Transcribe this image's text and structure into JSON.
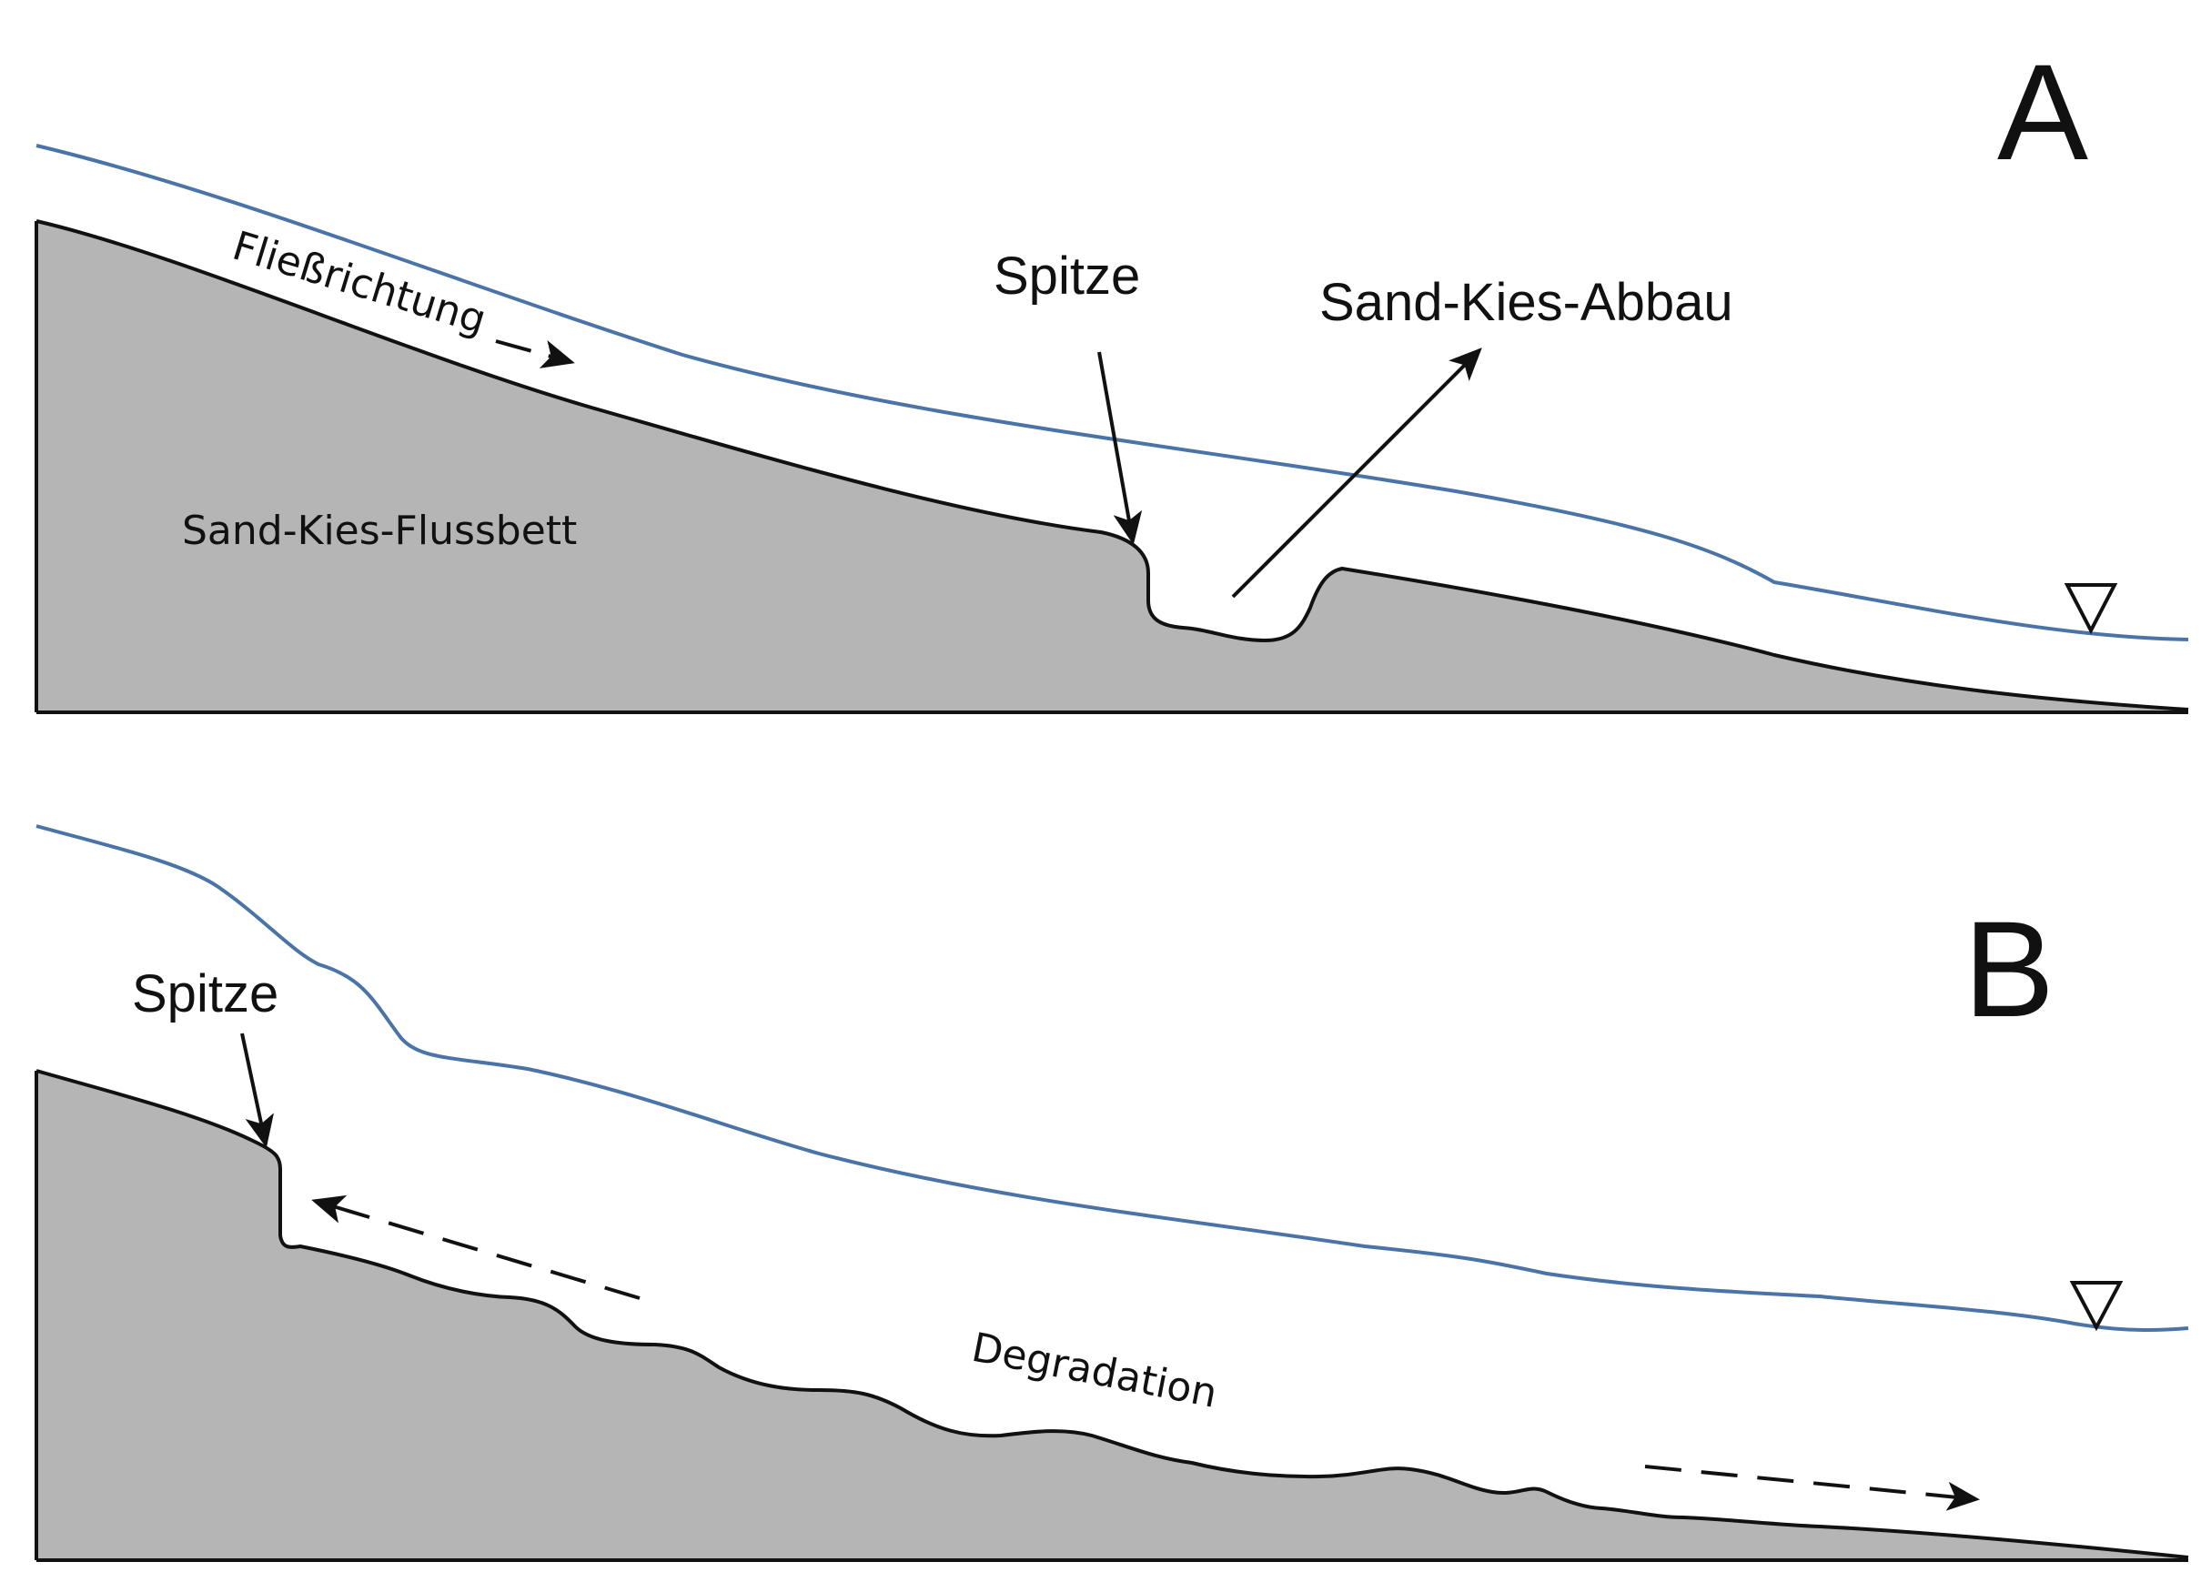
{
  "panel_a": {
    "panel_label": "A",
    "flow_direction_label": "Fließrichtung",
    "peak_label": "Spitze",
    "mining_label": "Sand-Kies-Abbau",
    "bed_label": "Sand-Kies-Flussbett"
  },
  "panel_b": {
    "panel_label": "B",
    "peak_label": "Spitze",
    "degradation_label": "Degradation"
  },
  "colors": {
    "water_surface": "#4a73a8",
    "bed_fill": "#b5b5b5",
    "outline": "#111111"
  },
  "icons": {
    "water_level_marker": "inverted-triangle"
  }
}
